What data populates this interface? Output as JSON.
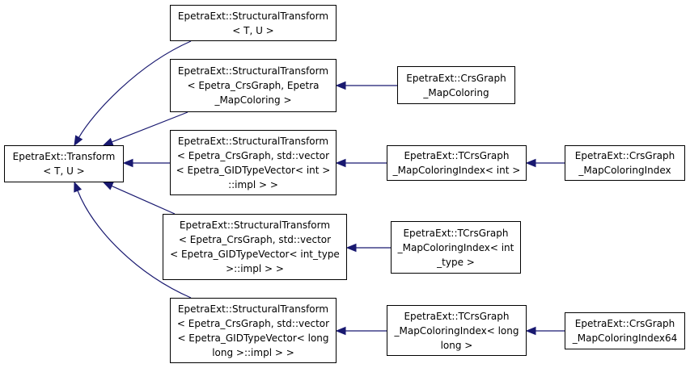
{
  "diagram": {
    "edge_color": "#191970",
    "nodes": [
      {
        "id": "transform",
        "label": "EpetraExt::Transform\n< T, U >"
      },
      {
        "id": "st-tu",
        "label": "EpetraExt::StructuralTransform\n< T, U >"
      },
      {
        "id": "st-mapcoloring",
        "label": "EpetraExt::StructuralTransform\n< Epetra_CrsGraph, Epetra\n_MapColoring >"
      },
      {
        "id": "st-vector-int",
        "label": "EpetraExt::StructuralTransform\n< Epetra_CrsGraph, std::vector\n< Epetra_GIDTypeVector< int >\n::impl > >"
      },
      {
        "id": "st-vector-int-type",
        "label": "EpetraExt::StructuralTransform\n< Epetra_CrsGraph, std::vector\n< Epetra_GIDTypeVector< int_type\n>::impl > >"
      },
      {
        "id": "st-vector-long-long",
        "label": "EpetraExt::StructuralTransform\n< Epetra_CrsGraph, std::vector\n< Epetra_GIDTypeVector< long\nlong >::impl > >"
      },
      {
        "id": "crsgraph-mapcoloring",
        "label": "EpetraExt::CrsGraph\n_MapColoring"
      },
      {
        "id": "tcrsgraph-int",
        "label": "EpetraExt::TCrsGraph\n_MapColoringIndex< int >"
      },
      {
        "id": "tcrsgraph-int-type",
        "label": "EpetraExt::TCrsGraph\n_MapColoringIndex< int\n_type >"
      },
      {
        "id": "tcrsgraph-long-long",
        "label": "EpetraExt::TCrsGraph\n_MapColoringIndex< long\nlong >"
      },
      {
        "id": "crsgraph-mapcoloringindex",
        "label": "EpetraExt::CrsGraph\n_MapColoringIndex"
      },
      {
        "id": "crsgraph-mapcoloringindex64",
        "label": "EpetraExt::CrsGraph\n_MapColoringIndex64"
      }
    ],
    "edges": [
      {
        "from": "st-tu",
        "to": "transform"
      },
      {
        "from": "st-mapcoloring",
        "to": "transform"
      },
      {
        "from": "st-vector-int",
        "to": "transform"
      },
      {
        "from": "st-vector-int-type",
        "to": "transform"
      },
      {
        "from": "st-vector-long-long",
        "to": "transform"
      },
      {
        "from": "crsgraph-mapcoloring",
        "to": "st-mapcoloring"
      },
      {
        "from": "tcrsgraph-int",
        "to": "st-vector-int"
      },
      {
        "from": "tcrsgraph-int-type",
        "to": "st-vector-int-type"
      },
      {
        "from": "tcrsgraph-long-long",
        "to": "st-vector-long-long"
      },
      {
        "from": "crsgraph-mapcoloringindex",
        "to": "tcrsgraph-int"
      },
      {
        "from": "crsgraph-mapcoloringindex64",
        "to": "tcrsgraph-long-long"
      }
    ]
  }
}
